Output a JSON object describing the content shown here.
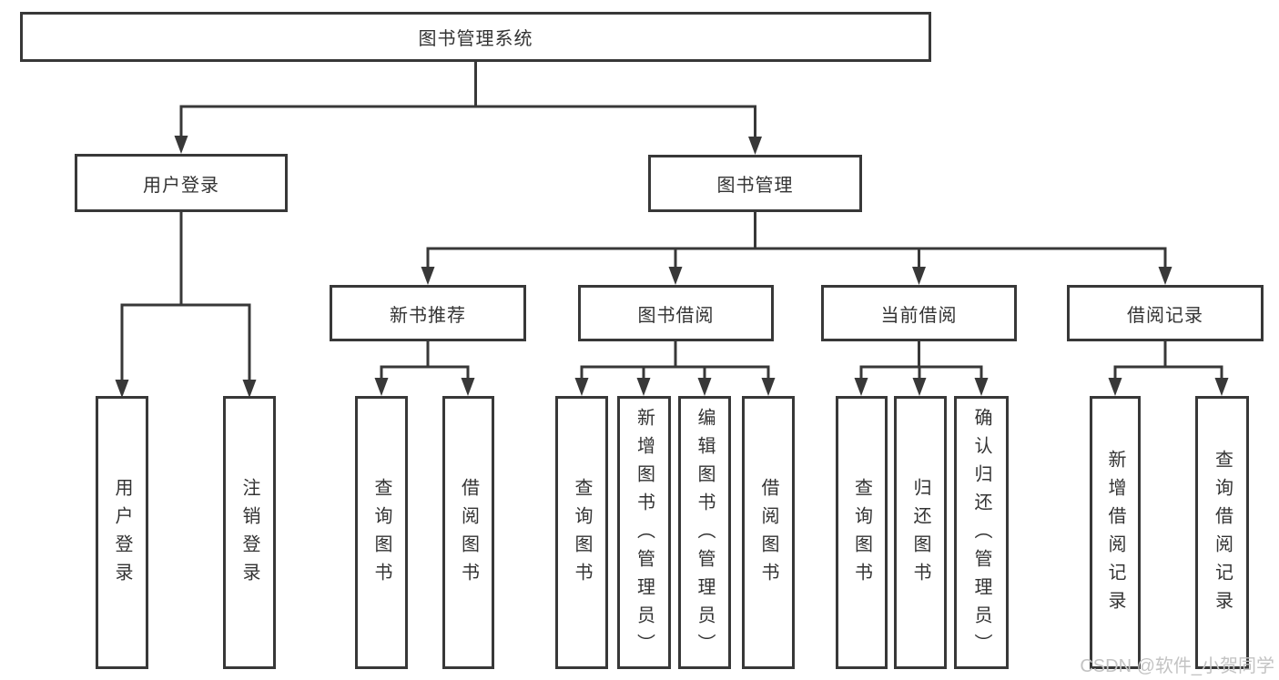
{
  "tree": {
    "root": {
      "label": "图书管理系统"
    },
    "branches": [
      {
        "label": "用户登录",
        "children": [
          {
            "label": "用户登录"
          },
          {
            "label": "注销登录"
          }
        ]
      },
      {
        "label": "图书管理",
        "children": [
          {
            "label": "新书推荐",
            "children": [
              {
                "label": "查询图书"
              },
              {
                "label": "借阅图书"
              }
            ]
          },
          {
            "label": "图书借阅",
            "children": [
              {
                "label": "查询图书"
              },
              {
                "label": "新增图书（管理员）"
              },
              {
                "label": "编辑图书（管理员）"
              },
              {
                "label": "借阅图书"
              }
            ]
          },
          {
            "label": "当前借阅",
            "children": [
              {
                "label": "查询图书"
              },
              {
                "label": "归还图书"
              },
              {
                "label": "确认归还（管理员）"
              }
            ]
          },
          {
            "label": "借阅记录",
            "children": [
              {
                "label": "新增借阅记录"
              },
              {
                "label": "查询借阅记录"
              }
            ]
          }
        ]
      }
    ]
  },
  "watermark": {
    "text": "CSDN @软件_小贺同学"
  },
  "colors": {
    "line": "#383838",
    "box_border": "#383838",
    "text": "#333333",
    "watermark": "#c3c3c3",
    "background": "#ffffff"
  }
}
